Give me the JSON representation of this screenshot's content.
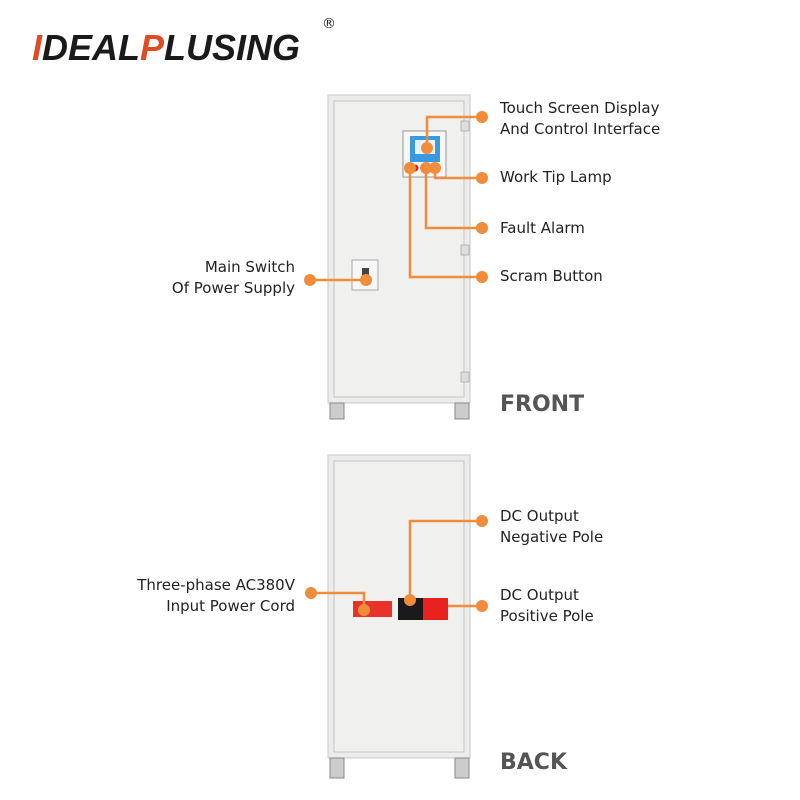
{
  "brand": {
    "part1": "IDEAL",
    "part2": "PLUS",
    "part3": "ING",
    "registered": "®",
    "accent": "#e04a24"
  },
  "callout_color": "#f08c3a",
  "front": {
    "title": "FRONT",
    "callouts": {
      "touch_screen": [
        "Touch Screen Display",
        "And Control Interface"
      ],
      "work_tip_lamp": "Work Tip Lamp",
      "fault_alarm": "Fault Alarm",
      "scram_button": "Scram Button",
      "main_switch": [
        "Main Switch",
        "Of Power Supply"
      ]
    }
  },
  "back": {
    "title": "BACK",
    "callouts": {
      "dc_negative": [
        "DC Output",
        "Negative Pole"
      ],
      "dc_positive": [
        "DC Output",
        "Positive Pole"
      ],
      "input_cord": [
        "Three-phase AC380V",
        "Input Power Cord"
      ]
    }
  }
}
